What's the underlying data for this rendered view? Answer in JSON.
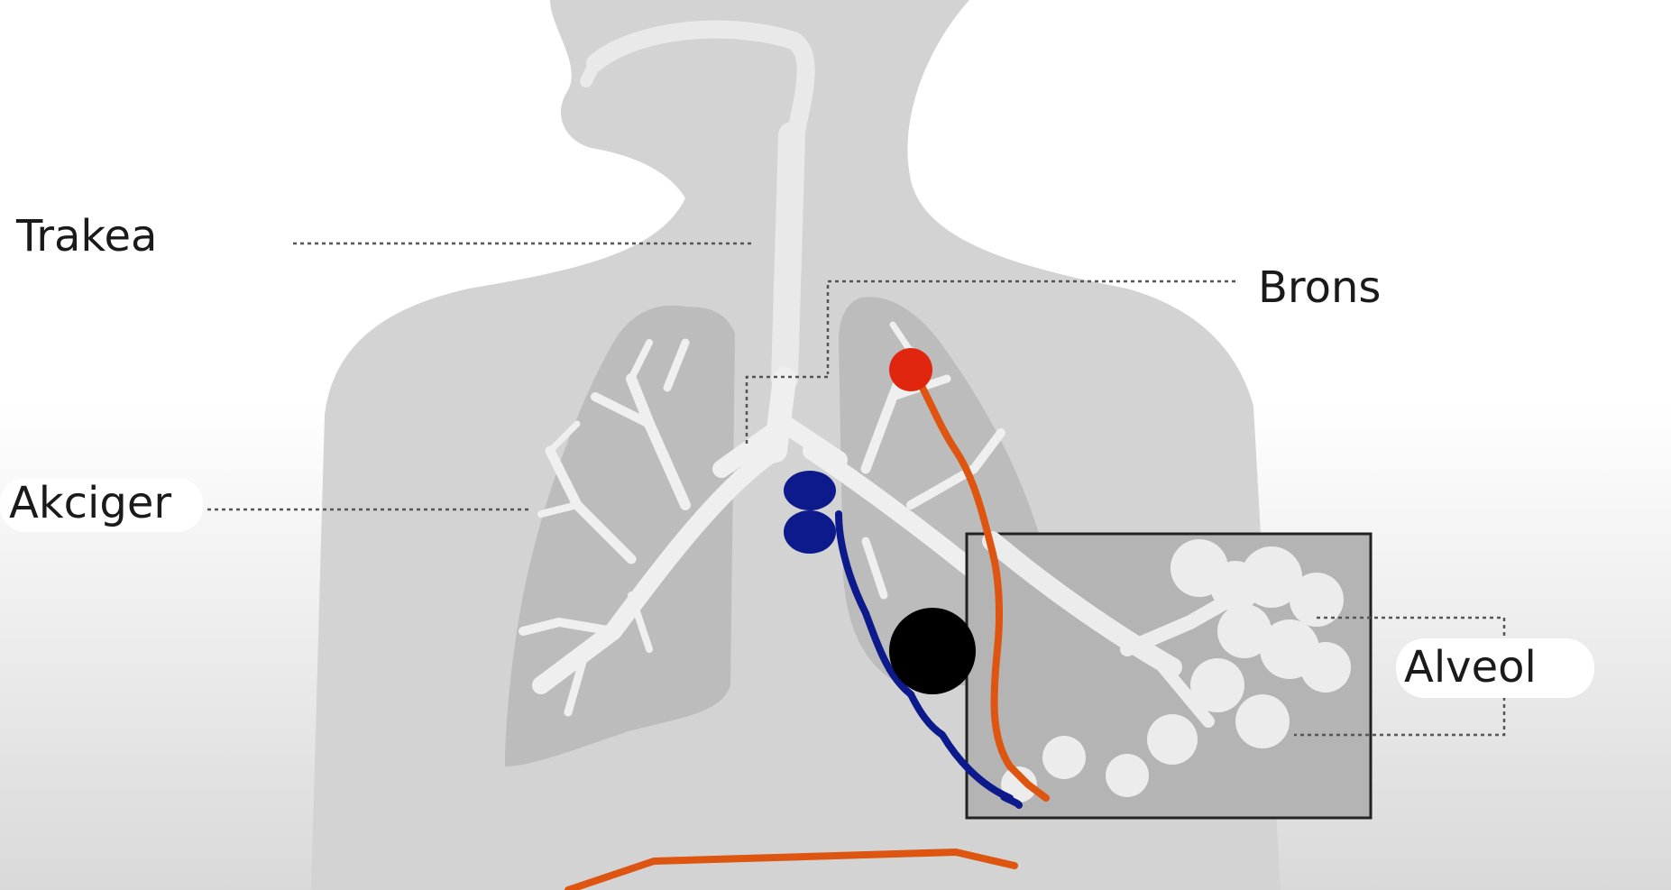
{
  "labels": {
    "trachea": "Trakea",
    "bronchus": "Brons",
    "lung": "Akciger",
    "alveolus": "Alveol"
  },
  "colors": {
    "body": "#d3d3d3",
    "lung": "#bcbcbc",
    "airway": "#efefef",
    "inset_box": "#b4b4b4",
    "red_dot": "#e0260e",
    "orange_line": "#dd5510",
    "blue_line": "#0c1a8c",
    "black_dot": "#000000"
  }
}
